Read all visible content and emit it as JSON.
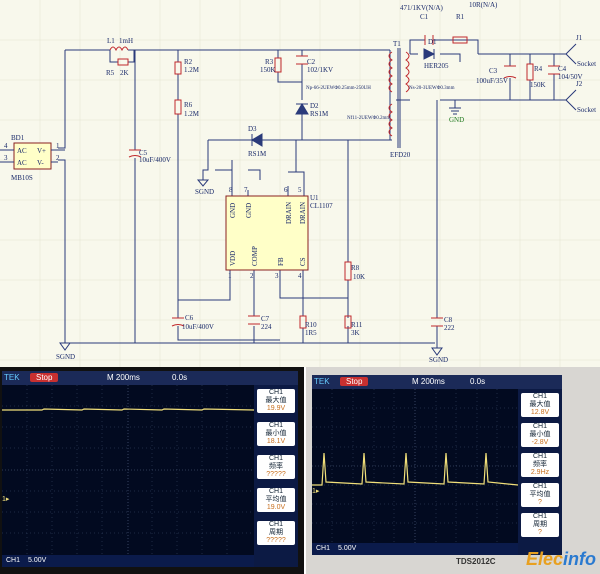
{
  "schematic": {
    "labels": {
      "L1": "L1",
      "L1_val": "1mH",
      "R5": "R5",
      "R5_val": "2K",
      "BD1": "BD1",
      "BD1_part": "MB10S",
      "ac1": "AC",
      "ac2": "AC",
      "vplus": "V+",
      "vminus": "V-",
      "pin4": "4",
      "pin3": "3",
      "pin1": "1",
      "pin2": "2",
      "R2": "R2",
      "R2_val": "1.2M",
      "R6": "R6",
      "R6_val": "1.2M",
      "C5": "C5",
      "C5_val": "10uF/400V",
      "R3": "R3",
      "R3_val": "150K",
      "C2": "C2",
      "C2_val": "102/1KV",
      "D2": "D2",
      "D2_val": "RS1M",
      "D3": "D3",
      "D3_val": "RS1M",
      "T1": "T1",
      "T1_part": "EFD20",
      "np": "Np-66-2UEWΦ0.25mm-250UH",
      "nf": "Nf11-2UEWΦ0.2mm",
      "ns": "Ns-20-3UEWΦ0.3mm",
      "C1": "C1",
      "C1_val": "471/1KV(N/A)",
      "R1": "R1",
      "R1_val": "10R(N/A)",
      "D1": "D1",
      "D1_val": "HER205",
      "C3": "C3",
      "C3_val": "100uF/35V",
      "R4": "R4",
      "R4_val": "150K",
      "C4": "C4",
      "C4_val": "104/50V",
      "J1": "J1",
      "J1_name": "Socket",
      "J2": "J2",
      "J2_name": "Socket",
      "gnd": "GND",
      "sgnd1": "SGND",
      "sgnd2": "SGND",
      "sgnd3": "SGND",
      "U1": "U1",
      "U1_part": "CL1107",
      "u_gnd1": "GND",
      "u_gnd2": "GND",
      "u_drain1": "DRAIN",
      "u_drain2": "DRAIN",
      "u_vdd": "VDD",
      "u_comp": "COMP",
      "u_fb": "FB",
      "u_cs": "CS",
      "u_p8": "8",
      "u_p7": "7",
      "u_p6": "6",
      "u_p5": "5",
      "u_p1": "1",
      "u_p2": "2",
      "u_p3": "3",
      "u_p4": "4",
      "R8": "R8",
      "R8_val": "10K",
      "C6": "C6",
      "C6_val": "10uF/400V",
      "C7": "C7",
      "C7_val": "224",
      "R10": "R10",
      "R10_val": "1R5",
      "R11": "R11",
      "R11_val": "3K",
      "C8": "C8",
      "C8_val": "222"
    }
  },
  "scope_left": {
    "brand": "TEK",
    "status": "Stop",
    "timebase": "M  200ms",
    "offset": "0.0s",
    "menu": [
      {
        "title": "CH1",
        "label": "最大值",
        "value": "19.9V"
      },
      {
        "title": "CH1",
        "label": "最小值",
        "value": "18.1V"
      },
      {
        "title": "CH1",
        "label": "频率",
        "value": "?????"
      },
      {
        "title": "CH1",
        "label": "平均值",
        "value": "19.0V"
      },
      {
        "title": "CH1",
        "label": "周期",
        "value": "?????"
      }
    ],
    "footer_ch": "CH1",
    "footer_scale": "5.00V"
  },
  "scope_right": {
    "brand": "TEK",
    "status": "Stop",
    "timebase": "M  200ms",
    "offset": "0.0s",
    "menu": [
      {
        "title": "CH1",
        "label": "最大值",
        "value": "12.8V"
      },
      {
        "title": "CH1",
        "label": "最小值",
        "value": "-2.8V"
      },
      {
        "title": "CH1",
        "label": "频率",
        "value": "2.9Hz"
      },
      {
        "title": "CH1",
        "label": "平均值",
        "value": "?"
      },
      {
        "title": "CH1",
        "label": "周期",
        "value": "?"
      }
    ],
    "footer_ch": "CH1",
    "footer_scale": "5.00V",
    "bezel": "TDS2012C",
    "watermark_a": "Elec",
    "watermark_b": "info"
  }
}
